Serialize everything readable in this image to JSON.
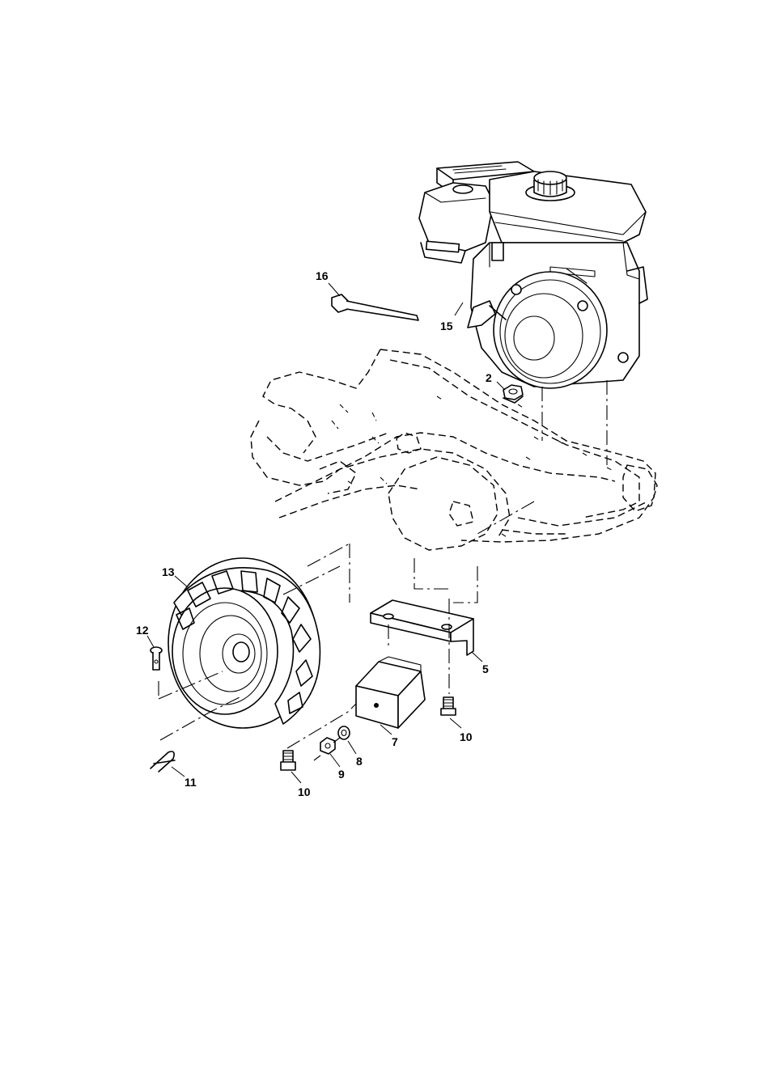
{
  "callouts": [
    {
      "id": "p16",
      "label": "16",
      "part": "cable-tie"
    },
    {
      "id": "p15",
      "label": "15",
      "part": "engine"
    },
    {
      "id": "p2",
      "label": "2",
      "part": "flange-nut"
    },
    {
      "id": "p13",
      "label": "13",
      "part": "wheel-tire"
    },
    {
      "id": "p12",
      "label": "12",
      "part": "clevis-pin"
    },
    {
      "id": "p5",
      "label": "5",
      "part": "bracket"
    },
    {
      "id": "p7",
      "label": "7",
      "part": "bumper-block"
    },
    {
      "id": "p10a",
      "label": "10",
      "part": "bolt-right"
    },
    {
      "id": "p8",
      "label": "8",
      "part": "washer"
    },
    {
      "id": "p9",
      "label": "9",
      "part": "nut"
    },
    {
      "id": "p10b",
      "label": "10",
      "part": "bolt-left"
    },
    {
      "id": "p11",
      "label": "11",
      "part": "hairpin-clip"
    }
  ]
}
